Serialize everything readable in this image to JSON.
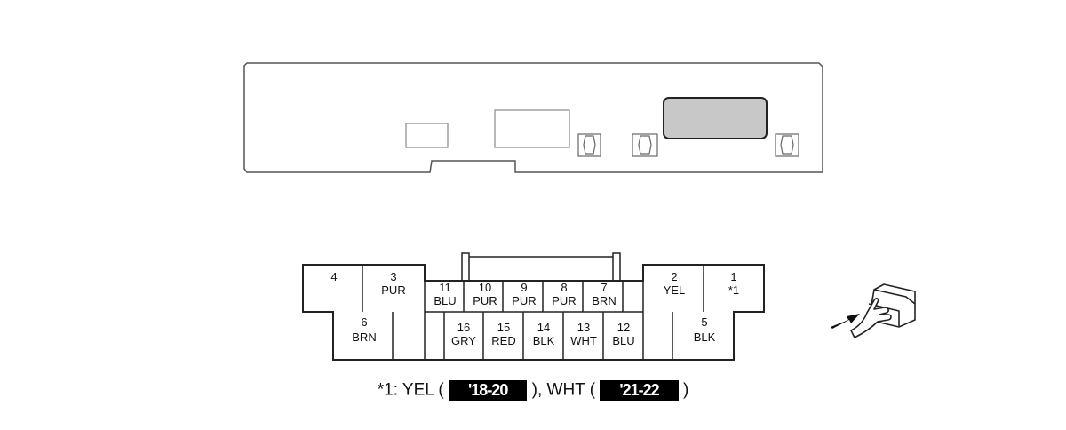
{
  "connector": {
    "pins": [
      {
        "num": "4",
        "color": "-"
      },
      {
        "num": "3",
        "color": "PUR"
      },
      {
        "num": "11",
        "color": "BLU"
      },
      {
        "num": "10",
        "color": "PUR"
      },
      {
        "num": "9",
        "color": "PUR"
      },
      {
        "num": "8",
        "color": "PUR"
      },
      {
        "num": "7",
        "color": "BRN"
      },
      {
        "num": "2",
        "color": "YEL"
      },
      {
        "num": "1",
        "color": "*1"
      },
      {
        "num": "6",
        "color": "BRN"
      },
      {
        "num": "16",
        "color": "GRY"
      },
      {
        "num": "15",
        "color": "RED"
      },
      {
        "num": "14",
        "color": "BLK"
      },
      {
        "num": "13",
        "color": "WHT"
      },
      {
        "num": "12",
        "color": "BLU"
      },
      {
        "num": "5",
        "color": "BLK"
      }
    ]
  },
  "footnote": {
    "prefix": "*1: YEL (",
    "badge1": "'18-20",
    "middle": "), WHT (",
    "badge2": "'21-22",
    "suffix": ")"
  },
  "colors": {
    "line": "#222222",
    "panel_stroke": "#555555",
    "display": "#c8c8c8",
    "badge_bg": "#000000"
  },
  "icons": [
    "connector-side-view",
    "hand-insert-arrow-icon"
  ]
}
